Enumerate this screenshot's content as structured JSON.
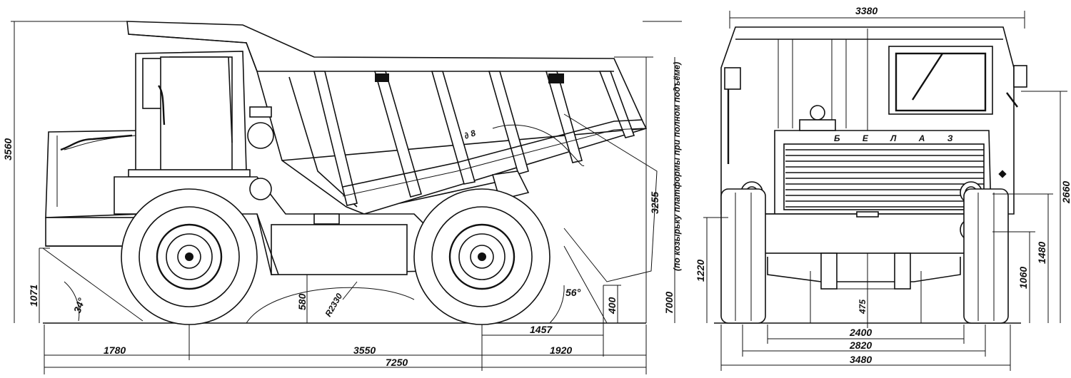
{
  "side_view": {
    "dimensions": {
      "overall_height": "3560",
      "cab_front_height": "1071",
      "approach_angle": "34°",
      "ground_clearance": "580",
      "tire_radius": "R2330",
      "departure_angle": "56°",
      "body_tail_clearance": "400",
      "tipped_height": "7000",
      "dump_height": "3255",
      "dump_height_note": "(по козырьку платформы при полном подъёме)",
      "rear_overhang_offset": "1457",
      "front_overhang": "1780",
      "wheelbase": "3550",
      "rear_overhang": "1920",
      "overall_length": "7250"
    }
  },
  "front_view": {
    "dimensions": {
      "top_width": "3380",
      "body_height": "2660",
      "bumper_height": "1220",
      "headlight_height": "1480",
      "frame_height": "1060",
      "axle_clearance": "475",
      "track_inner": "2400",
      "track_outer": "2820",
      "overall_width": "3480"
    },
    "badge": "Б Е Л А З"
  }
}
